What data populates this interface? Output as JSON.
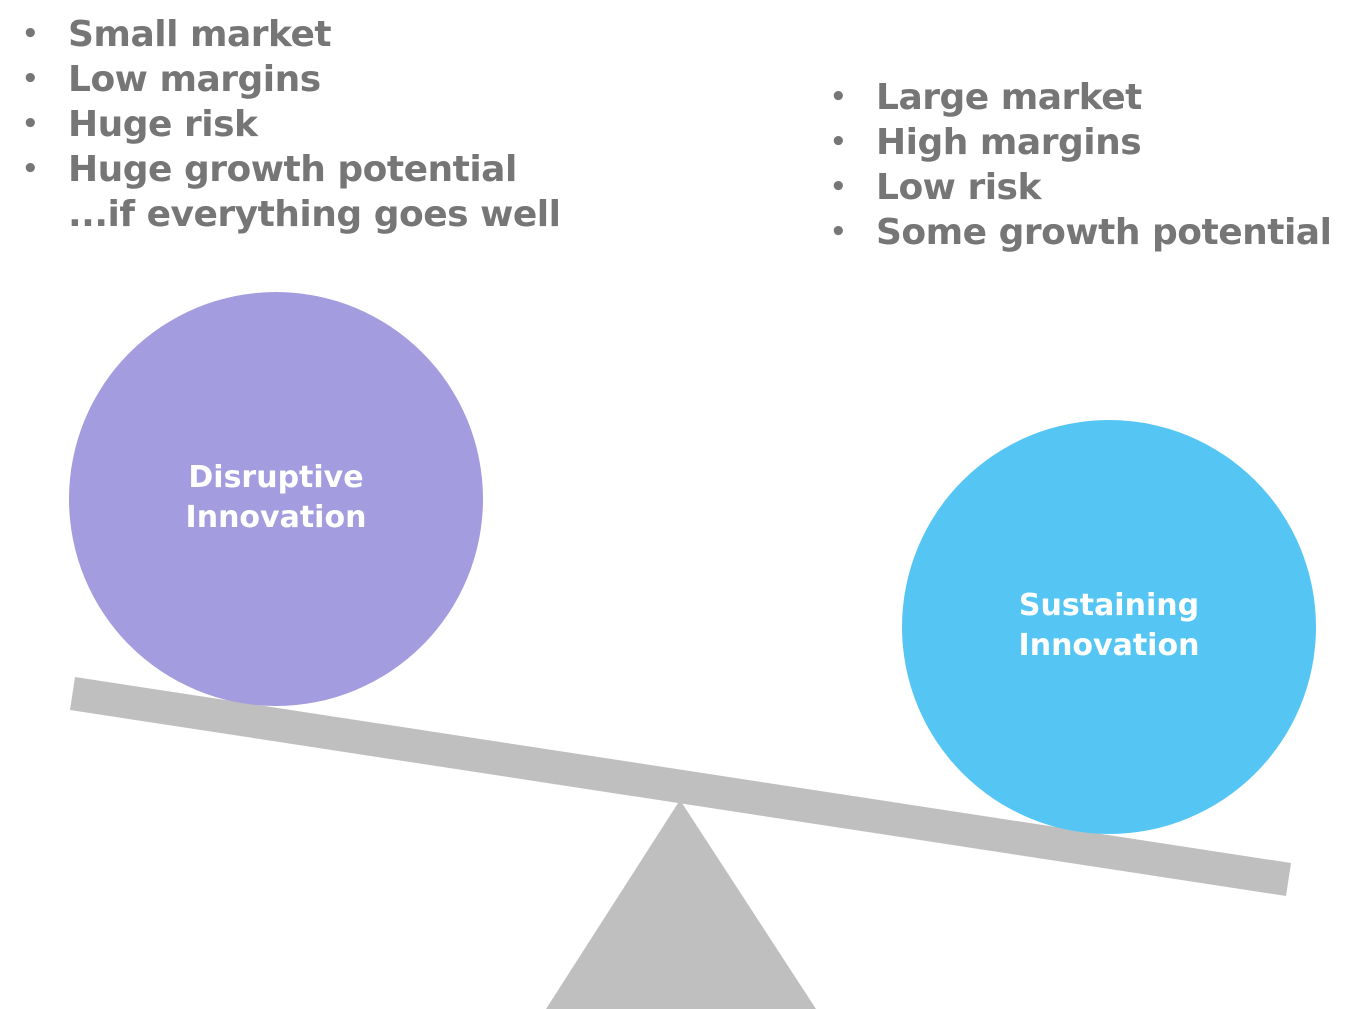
{
  "left_panel": {
    "bullets": [
      "Small market",
      "Low margins",
      "Huge risk",
      "Huge growth potential"
    ],
    "continuation": "...if everything goes well"
  },
  "right_panel": {
    "bullets": [
      "Large market",
      "High margins",
      "Low risk",
      "Some growth potential"
    ]
  },
  "circles": {
    "disruptive": {
      "line1": "Disruptive",
      "line2": "Innovation",
      "color": "#A39CDE"
    },
    "sustaining": {
      "line1": "Sustaining",
      "line2": "Innovation",
      "color": "#55C6F4"
    }
  },
  "scale": {
    "color": "#BFBFBF"
  },
  "bullet_glyph": "•"
}
